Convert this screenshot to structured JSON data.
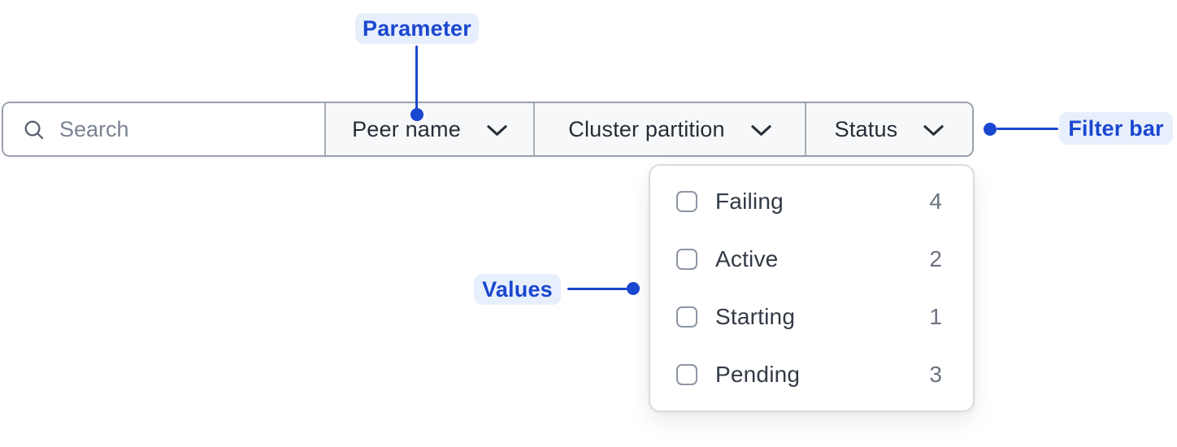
{
  "annotations": {
    "parameter": {
      "label": "Parameter"
    },
    "filter_bar": {
      "label": "Filter bar"
    },
    "values": {
      "label": "Values"
    }
  },
  "filter_bar": {
    "search": {
      "placeholder": "Search",
      "value": ""
    },
    "dropdowns": [
      {
        "label": "Peer name"
      },
      {
        "label": "Cluster partition"
      },
      {
        "label": "Status"
      }
    ]
  },
  "status_dropdown": {
    "options": [
      {
        "label": "Failing",
        "count": "4",
        "checked": false
      },
      {
        "label": "Active",
        "count": "2",
        "checked": false
      },
      {
        "label": "Starting",
        "count": "1",
        "checked": false
      },
      {
        "label": "Pending",
        "count": "3",
        "checked": false
      }
    ]
  },
  "icons": {
    "search": "search-icon",
    "dropdown": "chevron-down-icon"
  },
  "colors": {
    "annotation_accent": "#1a47cf",
    "annotation_pill_bg": "#e8effc",
    "bar_border": "#99a1ac",
    "segment_bg": "#f7f8f9"
  }
}
